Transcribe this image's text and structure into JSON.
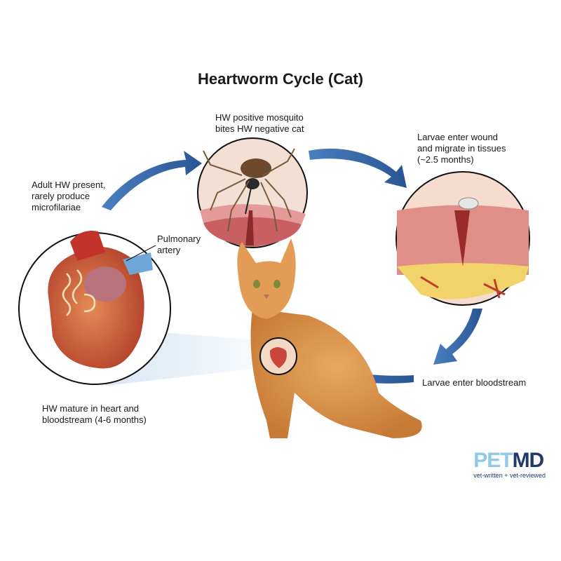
{
  "title": "Heartworm Cycle (Cat)",
  "steps": {
    "mosquito_bite": "HW positive mosquito\nbites HW negative cat",
    "larvae_enter_wound": "Larvae enter wound\nand migrate in tissues\n(~2.5 months)",
    "larvae_bloodstream": "Larvae enter bloodstream",
    "hw_mature": "HW mature in heart and\nbloodstream (4-6 months)",
    "adult_hw": "Adult HW present,\nrarely produce\nmicrofilariae"
  },
  "annotations": {
    "pulmonary_artery": "Pulmonary\nartery"
  },
  "logo": {
    "part1": "PET",
    "part2": "MD",
    "tagline": "vet-written + vet-reviewed"
  },
  "colors": {
    "arrow": "#2f5f9e",
    "logo_light": "#8ecae6",
    "logo_dark": "#1f3a6b"
  }
}
